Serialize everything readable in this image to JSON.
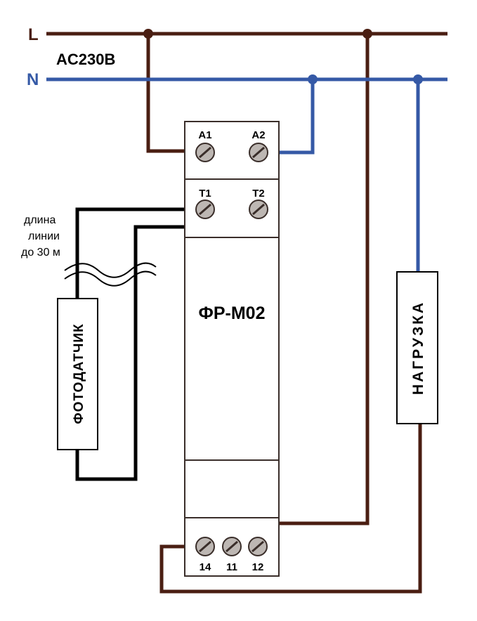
{
  "lines": {
    "L": {
      "label": "L",
      "color": "#4a1e12"
    },
    "N": {
      "label": "N",
      "color": "#3559a6"
    }
  },
  "supply_label": "AC230B",
  "device": {
    "name": "ФР-М02",
    "terminals_top": [
      {
        "label": "A1"
      },
      {
        "label": "A2"
      }
    ],
    "terminals_sensor": [
      {
        "label": "T1"
      },
      {
        "label": "T2"
      }
    ],
    "terminals_contacts": [
      {
        "label": "14"
      },
      {
        "label": "11"
      },
      {
        "label": "12"
      }
    ]
  },
  "sensor": {
    "label": "ФОТОДАТЧИК",
    "cable_note": [
      "длина",
      "линии",
      "до 30 м"
    ]
  },
  "load": {
    "label": "НАГРУЗКА"
  },
  "colors": {
    "line_phase": "#4a1e12",
    "line_neutral": "#3559a6",
    "sensor_wire": "#000000",
    "device_outline": "#3a2e2a",
    "terminal_fill": "#bdb7b3"
  }
}
